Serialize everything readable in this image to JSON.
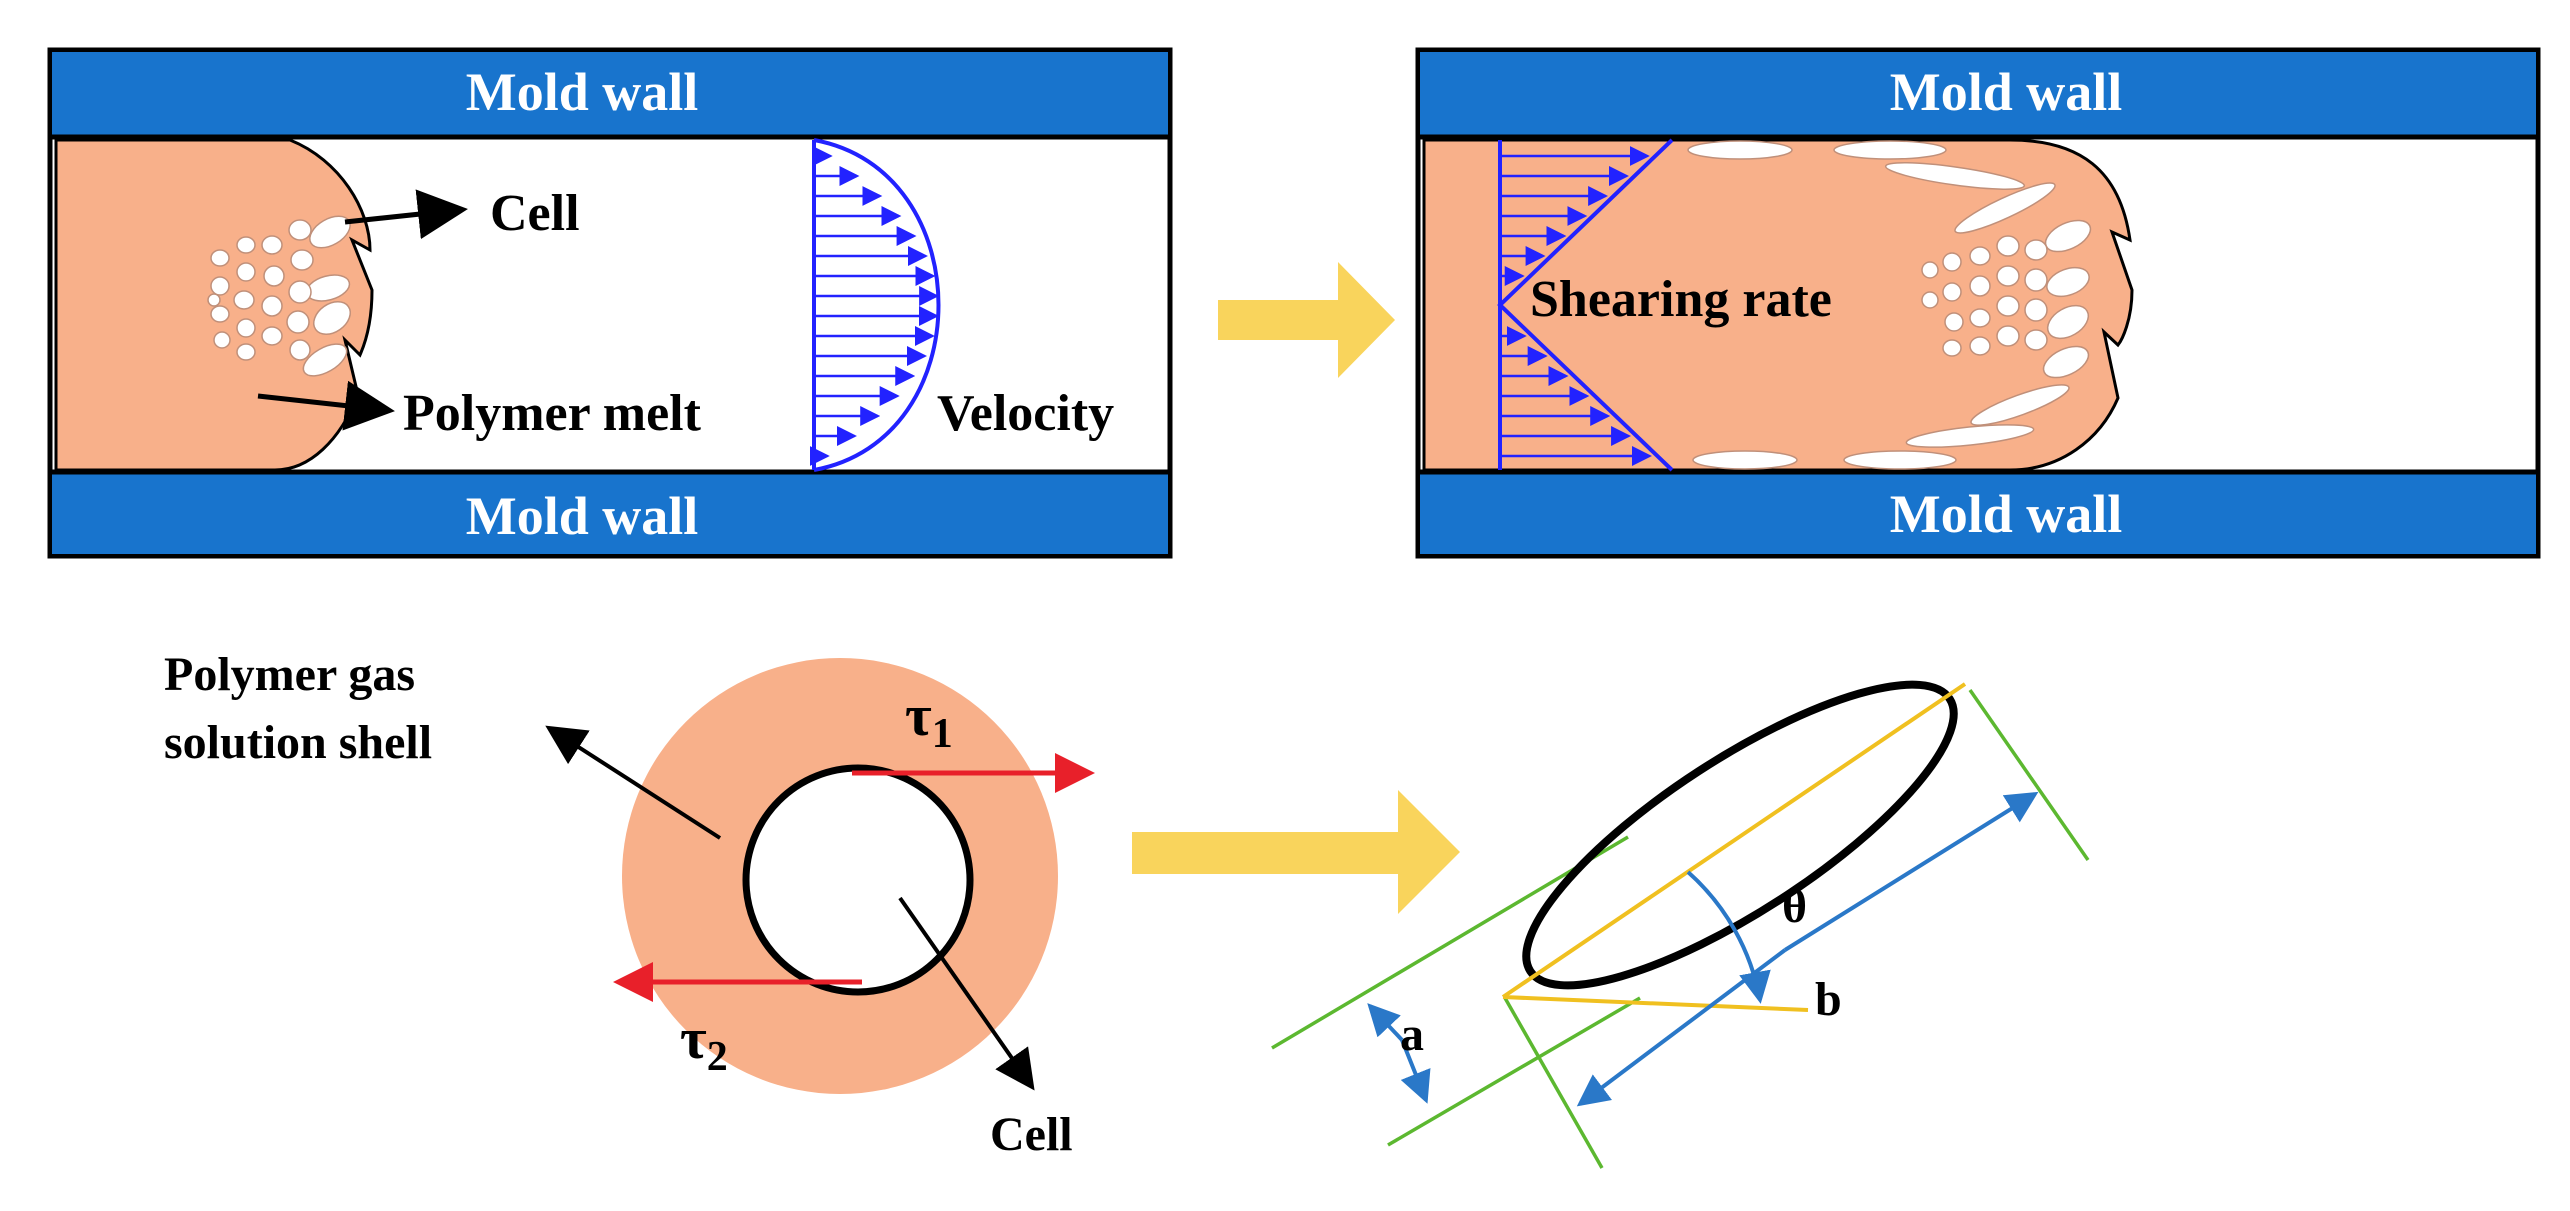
{
  "panel_top_left": {
    "wall_top": "Mold wall",
    "wall_bottom": "Mold wall",
    "cell_label": "Cell",
    "melt_label": "Polymer melt",
    "velocity_label": "Velocity"
  },
  "panel_top_right": {
    "wall_top": "Mold wall",
    "wall_bottom": "Mold wall",
    "shear_label": "Shearing rate"
  },
  "bottom_left": {
    "shell_label_line1": "Polymer gas",
    "shell_label_line2": "solution shell",
    "tau1_symbol": "τ",
    "tau1_sub": "1",
    "tau2_symbol": "τ",
    "tau2_sub": "2",
    "cell_label": "Cell"
  },
  "bottom_right": {
    "theta_label": "θ",
    "a_label": "a",
    "b_label": "b"
  },
  "colors": {
    "wall_blue": "#1874cd",
    "melt_orange": "#f8b08a",
    "arrow_yellow": "#f9d45c",
    "velocity_blue": "#2222ff",
    "shear_red": "#e8202a",
    "axis_yellow": "#f0c020",
    "guide_green": "#5cb830",
    "dim_blue": "#2a78c8"
  }
}
